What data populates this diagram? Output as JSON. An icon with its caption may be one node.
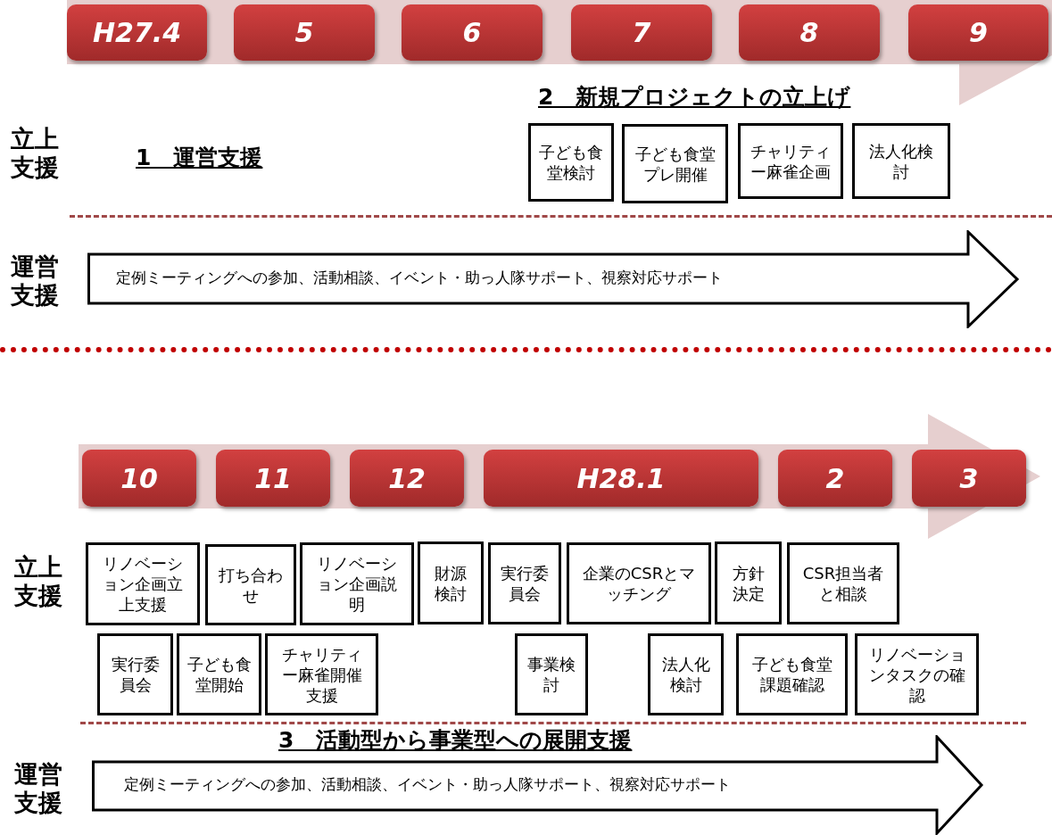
{
  "diagram": {
    "nodes": [
      {
        "text": [],
        "shape": "arrow"
      },
      {
        "text": [
          "H27.4"
        ],
        "in": 0
      },
      {
        "text": [
          "5"
        ],
        "in": 0
      },
      {
        "text": [
          "6"
        ],
        "in": 0
      },
      {
        "text": [
          "7"
        ],
        "in": 0
      },
      {
        "text": [
          "8"
        ],
        "in": 0
      },
      {
        "text": [
          "9"
        ],
        "in": 0
      },
      {
        "text": [
          "子ども食堂検討"
        ]
      },
      {
        "text": [
          "子ども食堂プレ開催"
        ]
      },
      {
        "text": [
          "チャリティー麻雀企画"
        ]
      },
      {
        "text": [
          "法人化検討"
        ]
      },
      {
        "text": [
          "定例ミーティングへの参加、活動相談、イベント・助っ人隊サポート、視察対応サポート"
        ]
      },
      {
        "text": [],
        "shape": "arrow"
      },
      {
        "text": [
          "10"
        ],
        "in": 12
      },
      {
        "text": [
          "11"
        ],
        "in": 12
      },
      {
        "text": [
          "12"
        ],
        "in": 12
      },
      {
        "text": [
          "H28.1"
        ],
        "in": 12
      },
      {
        "text": [
          "2"
        ],
        "in": 12
      },
      {
        "text": [
          "3"
        ],
        "in": 12
      },
      {
        "text": [
          "リノベーション企画立上支援"
        ]
      },
      {
        "text": [
          "打ち合わせ"
        ]
      },
      {
        "text": [
          "リノベーション企画説明"
        ]
      },
      {
        "text": [
          "財源検討"
        ]
      },
      {
        "text": [
          "実行委員会"
        ]
      },
      {
        "text": [
          "企業のCSRとマッチング"
        ]
      },
      {
        "text": [
          "方針決定"
        ]
      },
      {
        "text": [
          "CSR担当者と相談"
        ]
      },
      {
        "text": [
          "実行委員会"
        ]
      },
      {
        "text": [
          "子ども食堂開始"
        ]
      },
      {
        "text": [
          "チャリティー麻雀開催支援"
        ]
      },
      {
        "text": [
          "事業検討"
        ]
      },
      {
        "text": [
          "法人化検討"
        ]
      },
      {
        "text": [
          "子ども食堂課題確認"
        ]
      },
      {
        "text": [
          "リノベーションタスクの確認"
        ]
      },
      {
        "text": [
          "定例ミーティングへの参加、活動相談、イベント・助っ人隊サポート、視察対応サポート"
        ]
      }
    ],
    "labels": [
      "2　新規プロジェクトの立上げ",
      "立上支援",
      "1　運営支援",
      "運営支援",
      "立上支援",
      "3　活動型から事業型への展開支援",
      "運営支援"
    ]
  }
}
